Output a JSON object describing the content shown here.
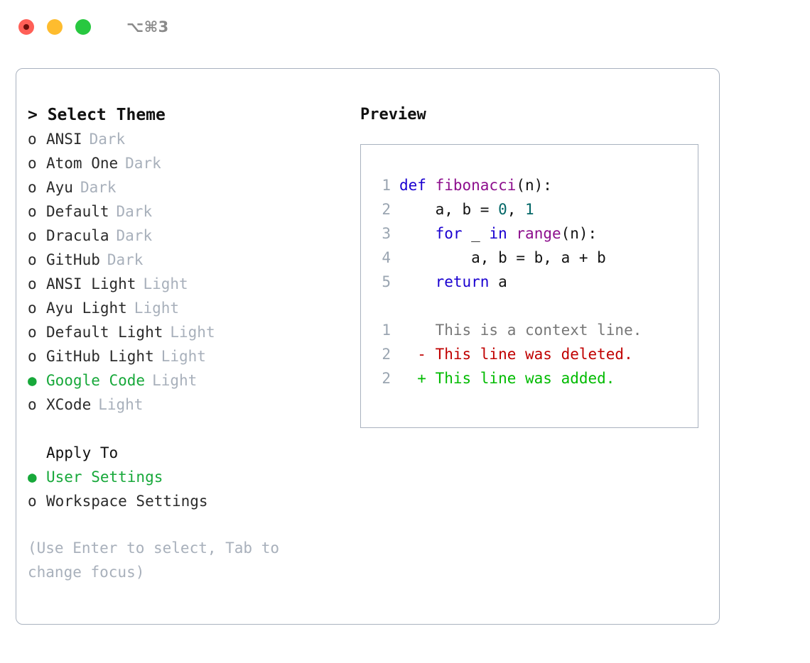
{
  "window": {
    "shortcut": "⌥⌘3",
    "traffic_lights": [
      {
        "name": "close",
        "color": "#ff5f57"
      },
      {
        "name": "minimize",
        "color": "#febc2e"
      },
      {
        "name": "maximize",
        "color": "#28c840"
      }
    ]
  },
  "theme_selector": {
    "heading": "> Select Theme",
    "marker_selected": "●",
    "marker_unselected": "o",
    "accent_color": "#17a83a",
    "kind_color": "#a8b0bb",
    "items": [
      {
        "label": "ANSI",
        "kind": "Dark",
        "selected": false
      },
      {
        "label": "Atom One",
        "kind": "Dark",
        "selected": false
      },
      {
        "label": "Ayu",
        "kind": "Dark",
        "selected": false
      },
      {
        "label": "Default",
        "kind": "Dark",
        "selected": false
      },
      {
        "label": "Dracula",
        "kind": "Dark",
        "selected": false
      },
      {
        "label": "GitHub",
        "kind": "Dark",
        "selected": false
      },
      {
        "label": "ANSI Light",
        "kind": "Light",
        "selected": false
      },
      {
        "label": "Ayu Light",
        "kind": "Light",
        "selected": false
      },
      {
        "label": "Default Light",
        "kind": "Light",
        "selected": false
      },
      {
        "label": "GitHub Light",
        "kind": "Light",
        "selected": false
      },
      {
        "label": "Google Code",
        "kind": "Light",
        "selected": true
      },
      {
        "label": "XCode",
        "kind": "Light",
        "selected": false
      }
    ]
  },
  "apply_to": {
    "heading": "Apply To",
    "items": [
      {
        "label": "User Settings",
        "selected": true
      },
      {
        "label": "Workspace Settings",
        "selected": false
      }
    ]
  },
  "hint": "(Use Enter to select, Tab to change focus)",
  "preview": {
    "title": "Preview",
    "code_lines": [
      {
        "lineno": "1",
        "tokens": [
          {
            "t": "def ",
            "c": "kw"
          },
          {
            "t": "fibonacci",
            "c": "fn"
          },
          {
            "t": "(n):",
            "c": "pln"
          }
        ]
      },
      {
        "lineno": "2",
        "tokens": [
          {
            "t": "    a, b = ",
            "c": "pln"
          },
          {
            "t": "0",
            "c": "num"
          },
          {
            "t": ", ",
            "c": "pln"
          },
          {
            "t": "1",
            "c": "num"
          }
        ]
      },
      {
        "lineno": "3",
        "tokens": [
          {
            "t": "    ",
            "c": "pln"
          },
          {
            "t": "for",
            "c": "kw"
          },
          {
            "t": " _ ",
            "c": "pln"
          },
          {
            "t": "in",
            "c": "kw"
          },
          {
            "t": " ",
            "c": "pln"
          },
          {
            "t": "range",
            "c": "fn"
          },
          {
            "t": "(n):",
            "c": "pln"
          }
        ]
      },
      {
        "lineno": "4",
        "tokens": [
          {
            "t": "        a, b = b, a + b",
            "c": "pln"
          }
        ]
      },
      {
        "lineno": "5",
        "tokens": [
          {
            "t": "    ",
            "c": "pln"
          },
          {
            "t": "return",
            "c": "kw"
          },
          {
            "t": " a",
            "c": "pln"
          }
        ]
      }
    ],
    "diff_lines": [
      {
        "lineno": "1",
        "marker": " ",
        "text": "This is a context line.",
        "kind": "ctx"
      },
      {
        "lineno": "2",
        "marker": "-",
        "text": "This line was deleted.",
        "kind": "del"
      },
      {
        "lineno": "2",
        "marker": "+",
        "text": "This line was added.",
        "kind": "add"
      }
    ]
  }
}
